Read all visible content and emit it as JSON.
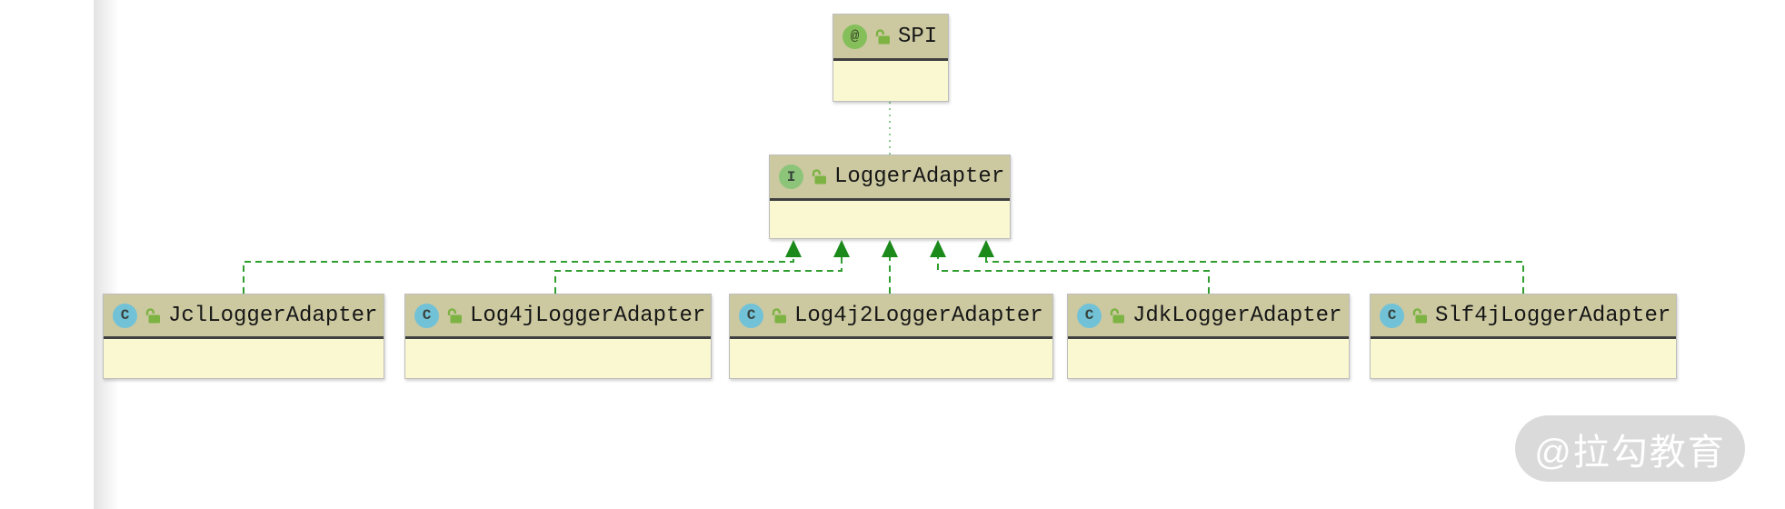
{
  "diagram": {
    "type": "uml-class-diagram",
    "nodes": [
      {
        "id": "spi",
        "kind": "annotation",
        "label": "SPI",
        "icon_glyph": "@",
        "visibility": "public"
      },
      {
        "id": "logger-adapter",
        "kind": "interface",
        "label": "LoggerAdapter",
        "icon_glyph": "I",
        "visibility": "public"
      },
      {
        "id": "jcl",
        "kind": "class",
        "label": "JclLoggerAdapter",
        "icon_glyph": "C",
        "visibility": "public"
      },
      {
        "id": "log4j",
        "kind": "class",
        "label": "Log4jLoggerAdapter",
        "icon_glyph": "C",
        "visibility": "public"
      },
      {
        "id": "log4j2",
        "kind": "class",
        "label": "Log4j2LoggerAdapter",
        "icon_glyph": "C",
        "visibility": "public"
      },
      {
        "id": "jdk",
        "kind": "class",
        "label": "JdkLoggerAdapter",
        "icon_glyph": "C",
        "visibility": "public"
      },
      {
        "id": "slf4j",
        "kind": "class",
        "label": "Slf4jLoggerAdapter",
        "icon_glyph": "C",
        "visibility": "public"
      }
    ],
    "edges": [
      {
        "from": "LoggerAdapter",
        "to": "SPI",
        "type": "annotation-dependency",
        "line": "dotted"
      },
      {
        "from": "JclLoggerAdapter",
        "to": "LoggerAdapter",
        "type": "realization",
        "line": "dashed-arrow"
      },
      {
        "from": "Log4jLoggerAdapter",
        "to": "LoggerAdapter",
        "type": "realization",
        "line": "dashed-arrow"
      },
      {
        "from": "Log4j2LoggerAdapter",
        "to": "LoggerAdapter",
        "type": "realization",
        "line": "dashed-arrow"
      },
      {
        "from": "JdkLoggerAdapter",
        "to": "LoggerAdapter",
        "type": "realization",
        "line": "dashed-arrow"
      },
      {
        "from": "Slf4jLoggerAdapter",
        "to": "LoggerAdapter",
        "type": "realization",
        "line": "dashed-arrow"
      }
    ],
    "colors": {
      "node_header": "#ccc9a1",
      "node_body": "#faf8d0",
      "separator": "#3f3f3f",
      "border": "#bdbdbd",
      "edge_dash_green": "#2f9e2f",
      "arrow_green": "#1b8a1b",
      "dotted_green": "#8cc98c",
      "annotation_icon_bg": "#85bf5a",
      "interface_icon_bg": "#8cc57a",
      "class_icon_bg": "#72c2d7",
      "lock_green": "#7cb342"
    }
  },
  "watermark": {
    "text": "@拉勾教育"
  }
}
